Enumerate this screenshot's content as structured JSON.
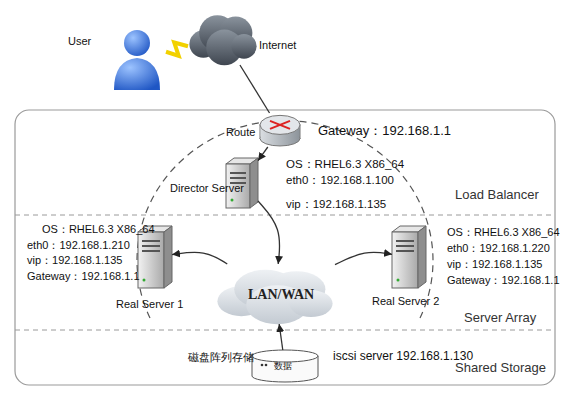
{
  "diagram": {
    "nodes": [
      {
        "text": [
          "User"
        ]
      },
      {
        "text": [
          "Internet"
        ]
      },
      {
        "text": [
          "Load Balancer"
        ]
      },
      {
        "text": [
          "Route",
          "Gateway：192.168.1.1"
        ],
        "in": 2
      },
      {
        "text": [
          "Director Server",
          "OS：RHEL6.3 X86_64",
          "eth0：192.168.1.100",
          "vip：192.168.1.135"
        ],
        "in": 2
      },
      {
        "text": [
          "Server Array"
        ]
      },
      {
        "text": [
          "OS：RHEL6.3 X86_64",
          "eth0：192.168.1.210",
          "vip：192.168.1.135",
          "Gateway：192.168.1.1",
          "Real Server 1"
        ],
        "in": 5
      },
      {
        "text": [
          "LAN/WAN"
        ],
        "in": 5
      },
      {
        "text": [
          "OS：RHEL6.3 X86_64",
          "eth0：192.168.1.220",
          "vip：192.168.1.135",
          "Gateway：192.168.1.1",
          "Real Server 2"
        ],
        "in": 5
      },
      {
        "text": [
          "Shared Storage"
        ]
      },
      {
        "text": [
          "数据",
          "磁盘阵列存储",
          "iscsi server 192.168.1.130"
        ],
        "in": 9
      }
    ],
    "edges": [
      {
        "from": 0,
        "to": 1,
        "arrow": "none"
      },
      {
        "from": 1,
        "to": 3,
        "arrow": "none"
      },
      {
        "from": 3,
        "to": 4,
        "arrow": "to"
      },
      {
        "from": 4,
        "to": 7,
        "arrow": "to"
      },
      {
        "from": 7,
        "to": 6,
        "arrow": "to"
      },
      {
        "from": 7,
        "to": 8,
        "arrow": "to"
      },
      {
        "from": 10,
        "to": 7,
        "arrow": "to"
      }
    ]
  }
}
